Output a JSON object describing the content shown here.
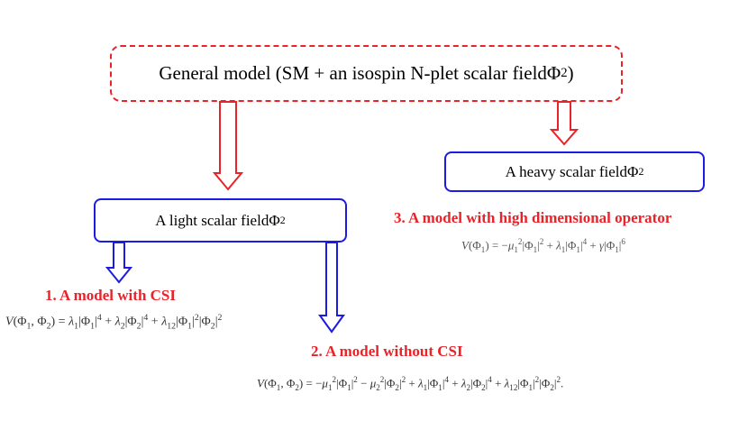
{
  "boxes": {
    "general": {
      "text_before": "General model (SM + an isospin N-plet scalar field ",
      "symbol": "Φ",
      "subscript": "2",
      "text_after": ")"
    },
    "light": {
      "text_before": "A light scalar field ",
      "symbol": "Φ",
      "subscript": "2"
    },
    "heavy": {
      "text_before": "A heavy scalar field ",
      "symbol": "Φ",
      "subscript": "2"
    }
  },
  "labels": {
    "model1": "1. A model with CSI",
    "model2": "2. A model without CSI",
    "model3": "3. A model with high dimensional operator"
  },
  "colors": {
    "dashed_border": "#e8232a",
    "red_arrow": "#e8232a",
    "blue_border": "#1c1ce0",
    "blue_arrow": "#1c1ce0",
    "label_text": "#e8232a"
  }
}
